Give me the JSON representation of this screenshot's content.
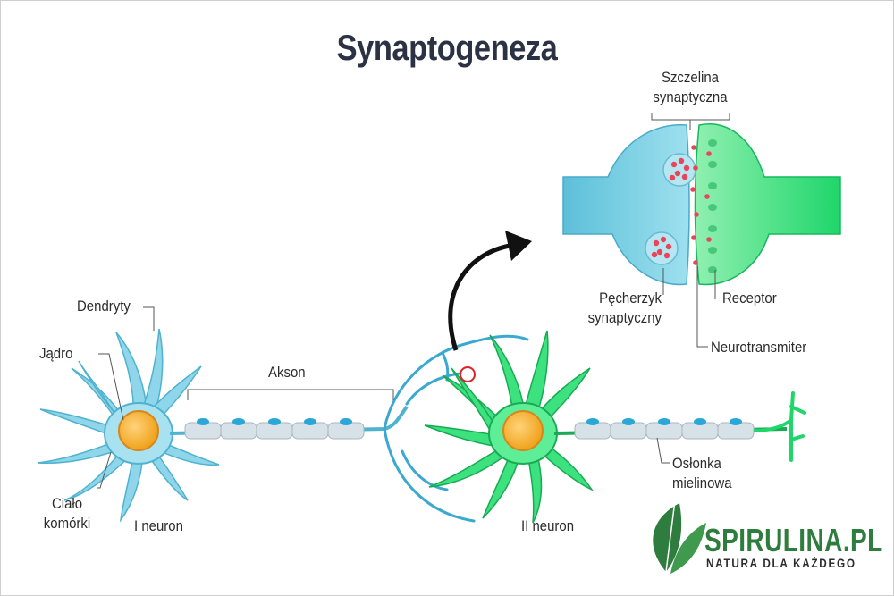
{
  "title": "Synaptogeneza",
  "labels": {
    "dendrites": "Dendryty",
    "nucleus": "Jądro",
    "axon": "Akson",
    "cell_body": "Ciało\nkomórki",
    "neuron1": "I neuron",
    "neuron2": "II neuron",
    "myelin_sheath": "Osłonka\nmielinowa",
    "synaptic_cleft": "Szczelina\nsynaptyczna",
    "synaptic_vesicle": "Pęcherzyk\nsynaptyczny",
    "receptor": "Receptor",
    "neurotransmitter": "Neurotransmiter"
  },
  "brand": {
    "name": "SPIRULINA.PL",
    "tagline": "NATURA DLA KAŻDEGO",
    "logo": "leaf-icon"
  },
  "colors": {
    "neuron1": "#6fc8de",
    "neuron2": "#2fdd72",
    "nucleus": "#f5a623",
    "myelin": "#cfd9e1",
    "neurotransmitter": "#e8455a",
    "brand_green": "#2f7d3e",
    "title": "#2a3243"
  }
}
